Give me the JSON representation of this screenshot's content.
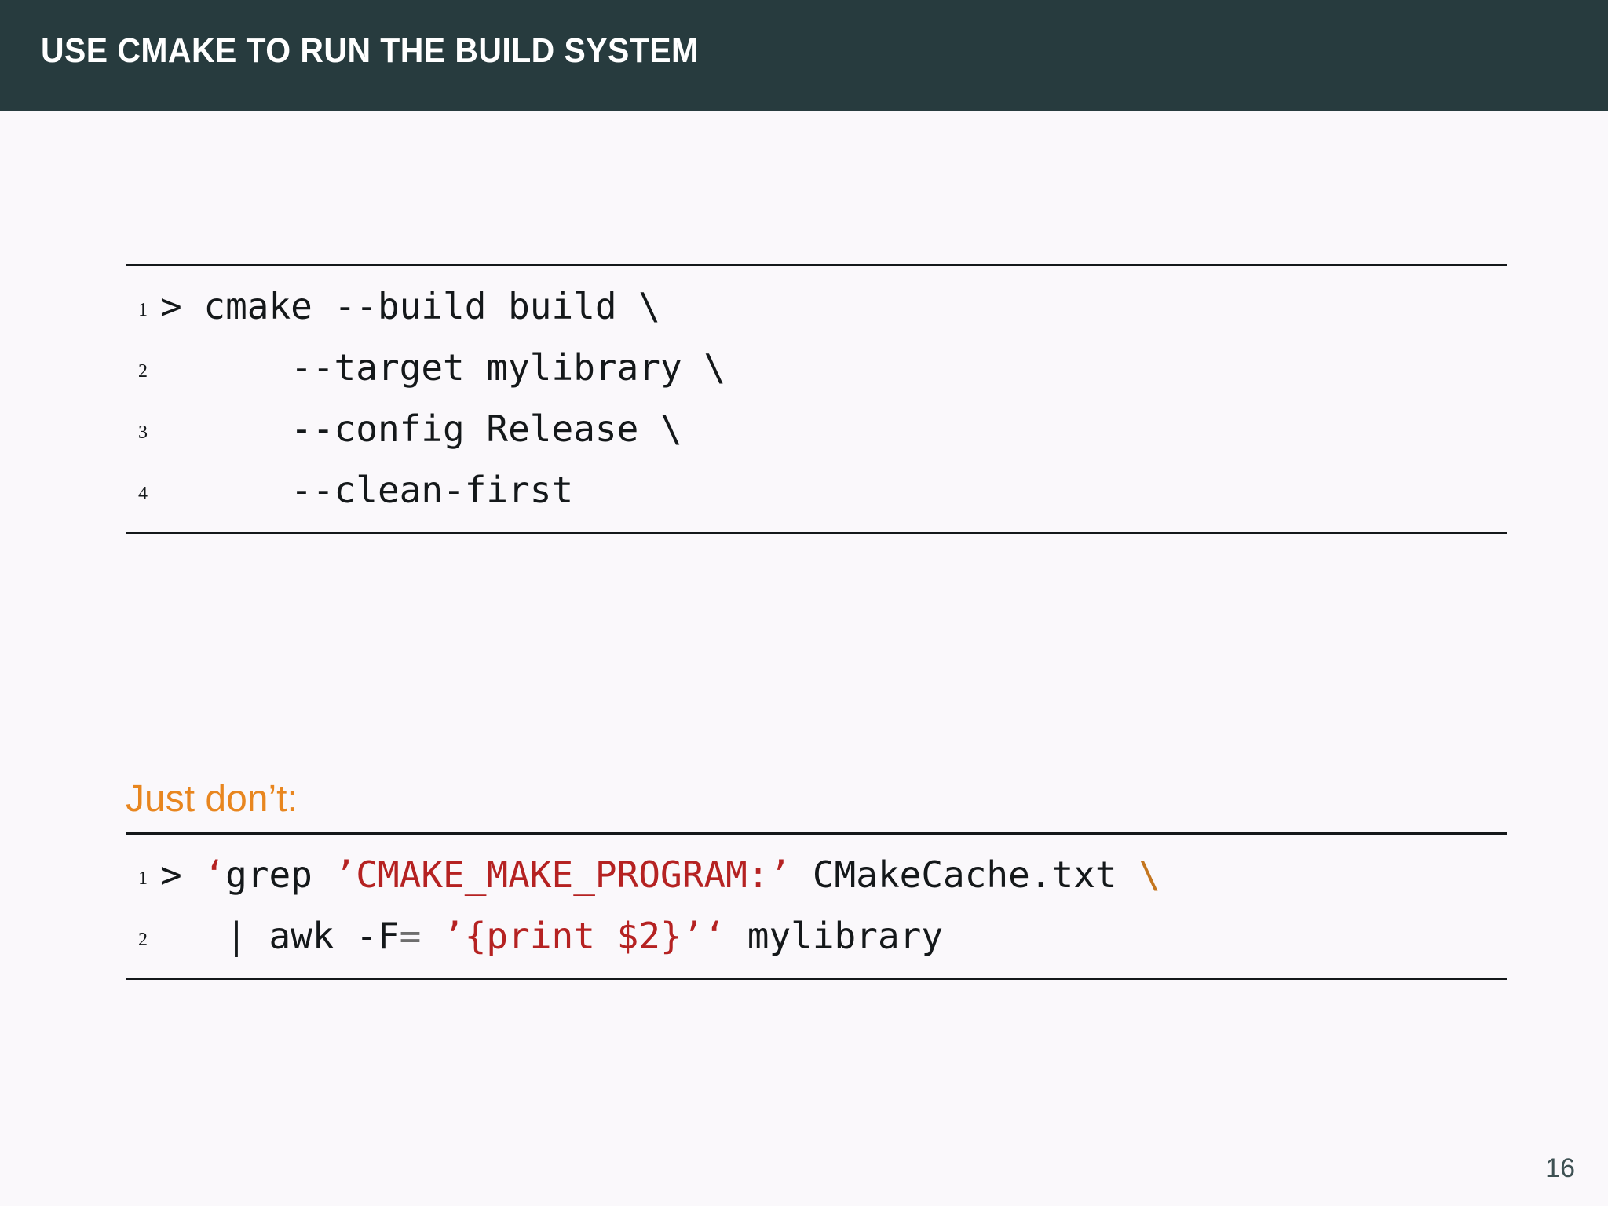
{
  "slide": {
    "title": "Use CMake to run the build system",
    "page_number": "16",
    "background_color": "#faf8fb",
    "title_bar_color": "#273b3e",
    "title_text_color": "#ffffff",
    "accent_orange": "#e8861f",
    "code_string_color": "#b52222",
    "code_continuation_color": "#c4761f",
    "code_operator_color": "#6e6e6e",
    "code_text_color": "#14181a",
    "rule_color": "#14181a",
    "page_number_color": "#3e5153"
  },
  "code_block_1": {
    "lines": [
      {
        "number": "1",
        "tokens": [
          {
            "text": "> cmake --build build ",
            "type": "plain"
          },
          {
            "text": "\\",
            "type": "plain"
          }
        ]
      },
      {
        "number": "2",
        "tokens": [
          {
            "text": "      --target mylibrary ",
            "type": "plain"
          },
          {
            "text": "\\",
            "type": "plain"
          }
        ]
      },
      {
        "number": "3",
        "tokens": [
          {
            "text": "      --config Release ",
            "type": "plain"
          },
          {
            "text": "\\",
            "type": "plain"
          }
        ]
      },
      {
        "number": "4",
        "tokens": [
          {
            "text": "      --clean-first",
            "type": "plain"
          }
        ]
      }
    ]
  },
  "callout": {
    "text": "Just don’t:"
  },
  "code_block_2": {
    "lines": [
      {
        "number": "1",
        "tokens": [
          {
            "text": "> ",
            "type": "plain"
          },
          {
            "text": "‘",
            "type": "string"
          },
          {
            "text": "grep ",
            "type": "plain"
          },
          {
            "text": "’CMAKE_MAKE_PROGRAM:’",
            "type": "string"
          },
          {
            "text": " CMakeCache.txt ",
            "type": "plain"
          },
          {
            "text": "\\",
            "type": "continuation"
          }
        ]
      },
      {
        "number": "2",
        "tokens": [
          {
            "text": "   | awk -F",
            "type": "plain"
          },
          {
            "text": "=",
            "type": "operator"
          },
          {
            "text": " ",
            "type": "plain"
          },
          {
            "text": "’{print $2}’‘",
            "type": "string"
          },
          {
            "text": " mylibrary",
            "type": "plain"
          }
        ]
      }
    ]
  }
}
